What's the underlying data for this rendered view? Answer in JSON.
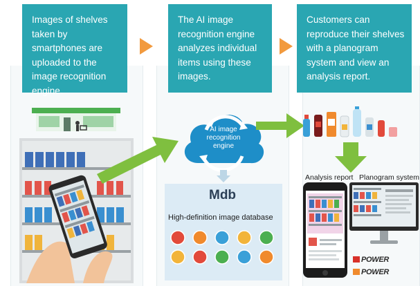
{
  "steps": [
    {
      "text": "Images of shelves taken by smartphones are uploaded to the image recognition engine."
    },
    {
      "text": "The AI image recognition engine analyzes individual items using these images."
    },
    {
      "text": "Customers can reproduce their shelves with a planogram system and view an analysis report."
    }
  ],
  "engine": {
    "label": "AI image recognition engine"
  },
  "database": {
    "logo": "Mdb",
    "label": "High-definition image database"
  },
  "outputs": {
    "analysis_report": "Analysis report",
    "planogram_system": "Planogram system"
  },
  "brands": [
    "POWER",
    "POWER"
  ],
  "colors": {
    "caption_bg": "#2aa6b2",
    "arrow_orange": "#f29a3e",
    "arrow_green": "#7fbf3f",
    "cloud": "#1e8ec8"
  }
}
